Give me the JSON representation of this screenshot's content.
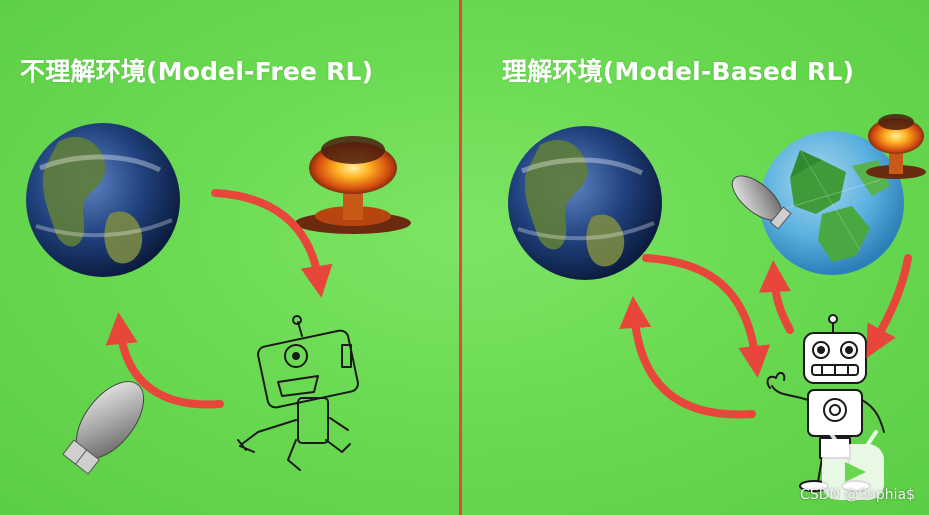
{
  "left_panel": {
    "title": "不理解环境(Model-Free RL)"
  },
  "right_panel": {
    "title": "理解环境(Model-Based RL)"
  },
  "watermark": "CSDN @Sophia$",
  "colors": {
    "background": "#67d84f",
    "arrow": "#e8463a",
    "divider": "#e8463a",
    "title": "#ffffff"
  },
  "icons": [
    "earth-globe",
    "nuclear-explosion",
    "bomb",
    "robot",
    "low-poly-globe",
    "bilibili-logo"
  ]
}
